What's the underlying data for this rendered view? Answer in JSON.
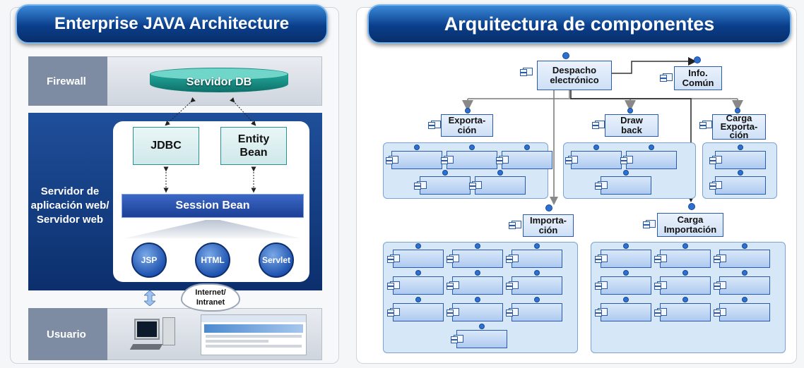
{
  "left": {
    "title": "Enterprise JAVA Architecture",
    "firewall_label": "Firewall",
    "db_label": "Servidor DB",
    "app_label_line1": "Servidor de",
    "app_label_line2": "aplicación web/",
    "app_label_line3": "Servidor web",
    "jdbc": "JDBC",
    "entity_line1": "Entity",
    "entity_line2": "Bean",
    "session_bean": "Session Bean",
    "jsp": "JSP",
    "html": "HTML",
    "servlet": "Servlet",
    "internet_line1": "Internet/",
    "internet_line2": "Intranet",
    "user_label": "Usuario"
  },
  "right": {
    "title": "Arquitectura de componentes",
    "despacho_line1": "Despacho",
    "despacho_line2": "electrónico",
    "info_line1": "Info.",
    "info_line2": "Común",
    "exportacion_line1": "Exporta-",
    "exportacion_line2": "ción",
    "drawback_line1": "Draw",
    "drawback_line2": "back",
    "carga_exp_line1": "Carga",
    "carga_exp_line2": "Exporta-",
    "carga_exp_line3": "ción",
    "importacion_line1": "Importa-",
    "importacion_line2": "ción",
    "carga_imp_line1": "Carga",
    "carga_imp_line2": "Importación"
  }
}
